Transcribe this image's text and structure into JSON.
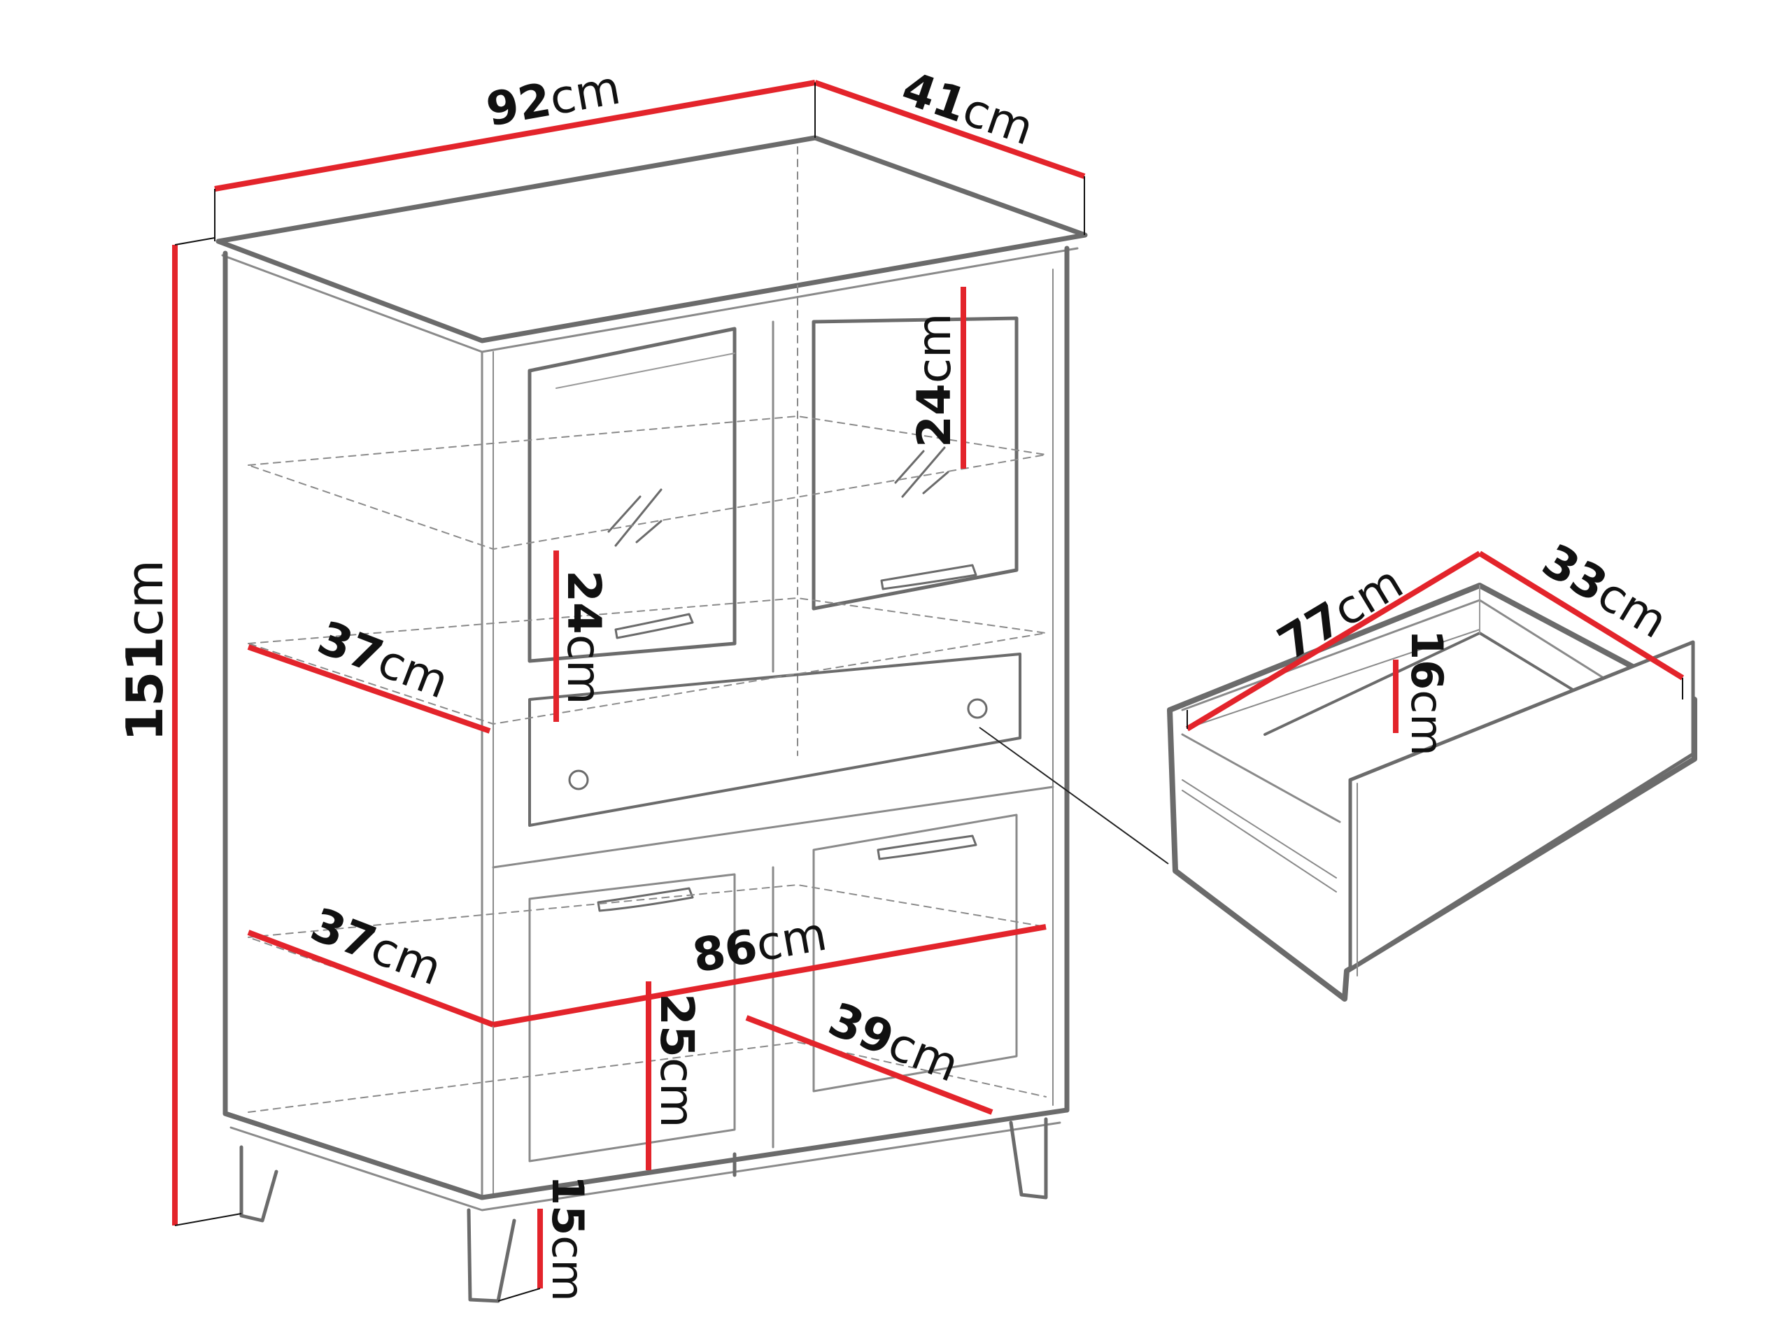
{
  "diagram": {
    "title": "Cabinet dimensions diagram",
    "unit": "cm",
    "colors": {
      "dimension_line": "#e3242b",
      "outline": "#6b6b6b",
      "thin_line": "#8a8a8a",
      "text": "#111111",
      "background": "#ffffff"
    },
    "cabinet": {
      "width": {
        "value": "92",
        "unit": "cm"
      },
      "depth": {
        "value": "41",
        "unit": "cm"
      },
      "height": {
        "value": "151",
        "unit": "cm"
      },
      "upper_compartment_height_right": {
        "value": "24",
        "unit": "cm"
      },
      "upper_compartment_height_left": {
        "value": "24",
        "unit": "cm"
      },
      "shelf_depth_upper": {
        "value": "37",
        "unit": "cm"
      },
      "shelf_depth_lower": {
        "value": "37",
        "unit": "cm"
      },
      "inner_width": {
        "value": "86",
        "unit": "cm"
      },
      "lower_depth": {
        "value": "39",
        "unit": "cm"
      },
      "lower_compartment_height": {
        "value": "25",
        "unit": "cm"
      },
      "leg_height": {
        "value": "15",
        "unit": "cm"
      }
    },
    "drawer": {
      "length": {
        "value": "77",
        "unit": "cm"
      },
      "depth": {
        "value": "33",
        "unit": "cm"
      },
      "height": {
        "value": "16",
        "unit": "cm"
      }
    }
  }
}
